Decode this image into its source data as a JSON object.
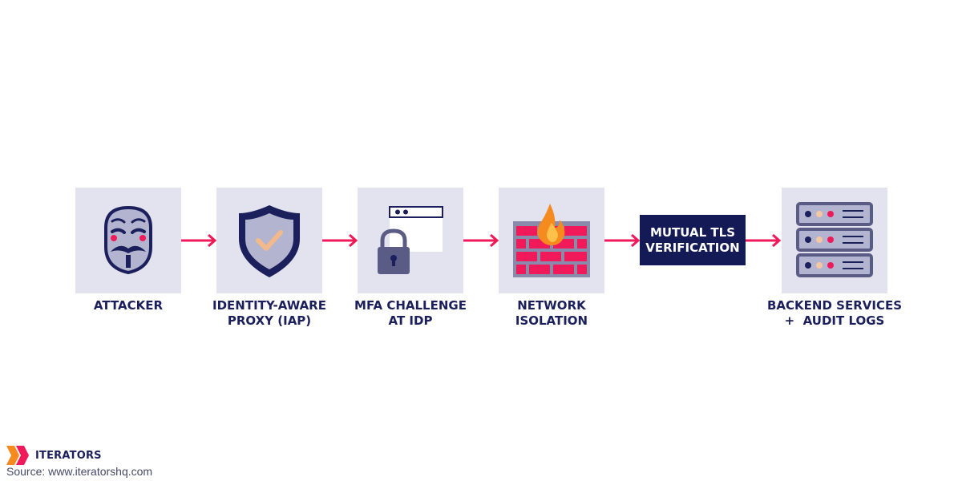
{
  "steps": [
    {
      "id": "attacker",
      "icon": "anonymous-mask-icon",
      "lines": [
        "ATTACKER"
      ]
    },
    {
      "id": "iap",
      "icon": "shield-check-icon",
      "lines": [
        "IDENTITY-AWARE",
        "PROXY (IAP)"
      ]
    },
    {
      "id": "mfa",
      "icon": "padlock-browser-icon",
      "lines": [
        "MFA CHALLENGE",
        "AT IDP"
      ]
    },
    {
      "id": "network",
      "icon": "firewall-icon",
      "lines": [
        "NETWORK",
        "ISOLATION"
      ]
    },
    {
      "id": "tls",
      "icon": "",
      "lines": [
        "MUTUAL TLS",
        "VERIFICATION"
      ]
    },
    {
      "id": "backend",
      "icon": "server-stack-icon",
      "lines": [
        "BACKEND SERVICES",
        "+  AUDIT LOGS"
      ]
    }
  ],
  "brand": {
    "name": "ITERATORS",
    "icon": "iterators-logo-icon"
  },
  "source": "Source: www.iteratorshq.com",
  "colors": {
    "tile_bg": "#e3e3ef",
    "navy": "#1b1f5c",
    "arrow": "#f0195a",
    "accent_pink": "#f0195a",
    "accent_orange": "#f58a1f",
    "icon_gray": "#b3b4cf"
  }
}
